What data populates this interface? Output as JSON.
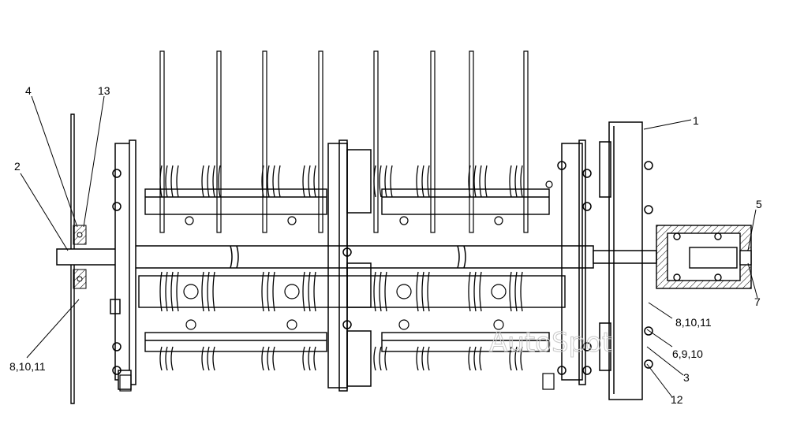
{
  "diagram": {
    "callouts": {
      "c1": "1",
      "c2": "2",
      "c3": "3",
      "c4": "4",
      "c5": "5",
      "c7": "7",
      "c12": "12",
      "c13": "13",
      "c8_left": "8,10,11",
      "c8_right": "8,10,11",
      "c6": "6,9,10"
    },
    "watermark": "AutoSpot",
    "colors": {
      "line": "#000000",
      "hatch": "#000000",
      "background": "#ffffff",
      "watermark": "#c8c8c8"
    }
  }
}
